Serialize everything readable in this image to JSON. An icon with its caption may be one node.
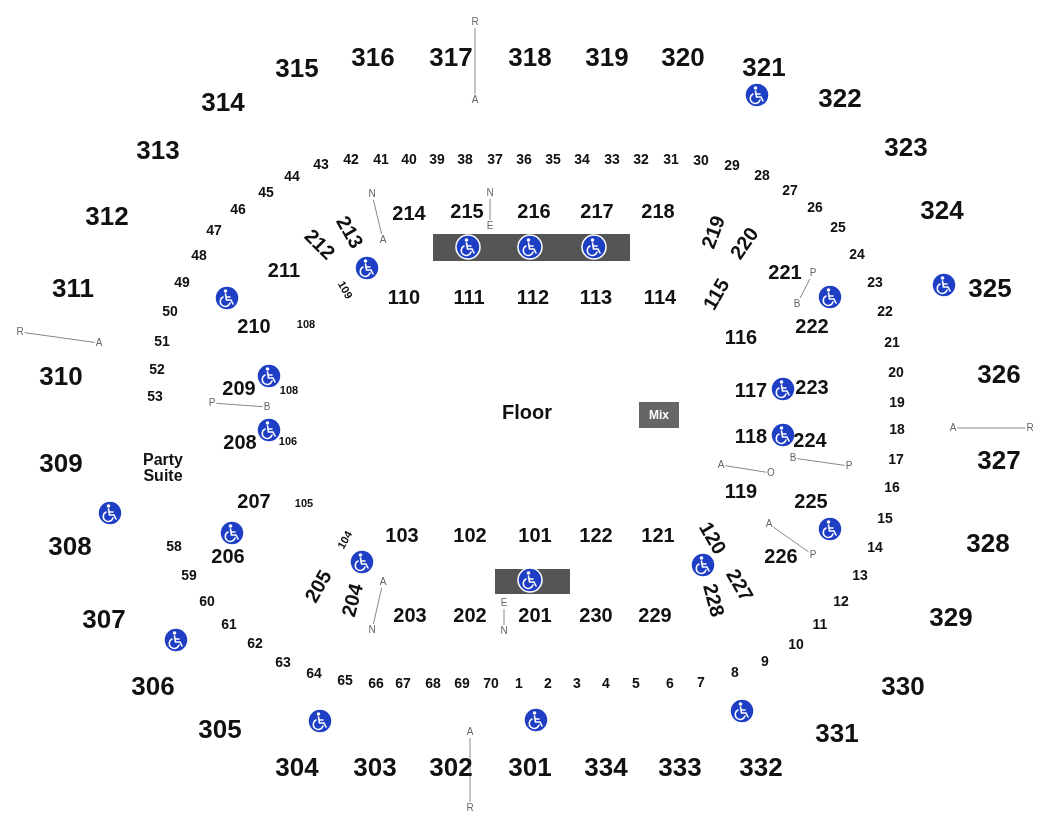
{
  "diagram": {
    "nodes": [
      {
        "text": [
          "R"
        ]
      },
      {
        "text": [
          "A"
        ]
      },
      {
        "text": [
          "N"
        ]
      },
      {
        "text": [
          "A"
        ]
      },
      {
        "text": [
          "N"
        ]
      },
      {
        "text": [
          "E"
        ]
      },
      {
        "text": [
          "P"
        ]
      },
      {
        "text": [
          "B"
        ]
      },
      {
        "text": [
          "R"
        ]
      },
      {
        "text": [
          "A"
        ]
      },
      {
        "text": [
          "P"
        ]
      },
      {
        "text": [
          "B"
        ]
      },
      {
        "text": [
          "A"
        ]
      },
      {
        "text": [
          "R"
        ]
      },
      {
        "text": [
          "A"
        ]
      },
      {
        "text": [
          "O"
        ]
      },
      {
        "text": [
          "B"
        ]
      },
      {
        "text": [
          "P"
        ]
      },
      {
        "text": [
          "A"
        ]
      },
      {
        "text": [
          "P"
        ]
      },
      {
        "text": [
          "A"
        ]
      },
      {
        "text": [
          "N"
        ]
      },
      {
        "text": [
          "E"
        ]
      },
      {
        "text": [
          "N"
        ]
      },
      {
        "text": [
          "A"
        ]
      },
      {
        "text": [
          "R"
        ]
      },
      {
        "text": [
          "Mix"
        ]
      }
    ],
    "edges": [
      {
        "from": 0,
        "to": 1,
        "arrow": "none"
      },
      {
        "from": 2,
        "to": 3,
        "arrow": "none"
      },
      {
        "from": 4,
        "to": 5,
        "arrow": "none"
      },
      {
        "from": 6,
        "to": 7,
        "arrow": "none"
      },
      {
        "from": 8,
        "to": 9,
        "arrow": "none"
      },
      {
        "from": 10,
        "to": 11,
        "arrow": "none"
      },
      {
        "from": 12,
        "to": 13,
        "arrow": "none"
      },
      {
        "from": 14,
        "to": 15,
        "arrow": "none"
      },
      {
        "from": 16,
        "to": 17,
        "arrow": "none"
      },
      {
        "from": 18,
        "to": 19,
        "arrow": "none"
      },
      {
        "from": 20,
        "to": 21,
        "arrow": "none"
      },
      {
        "from": 22,
        "to": 23,
        "arrow": "none"
      },
      {
        "from": 24,
        "to": 25,
        "arrow": "none"
      }
    ],
    "labels": [
      "315",
      "316",
      "317",
      "318",
      "319",
      "320",
      "321",
      "322",
      "323",
      "324",
      "325",
      "326",
      "327",
      "328",
      "329",
      "330",
      "331",
      "332",
      "333",
      "334",
      "301",
      "302",
      "303",
      "304",
      "305",
      "306",
      "307",
      "308",
      "309",
      "310",
      "311",
      "312",
      "313",
      "314",
      "43",
      "42",
      "41",
      "40",
      "39",
      "38",
      "37",
      "36",
      "35",
      "34",
      "33",
      "32",
      "31",
      "30",
      "29",
      "28",
      "27",
      "26",
      "25",
      "24",
      "23",
      "22",
      "21",
      "20",
      "19",
      "18",
      "17",
      "16",
      "15",
      "14",
      "13",
      "12",
      "11",
      "10",
      "9",
      "8",
      "7",
      "6",
      "5",
      "4",
      "3",
      "2",
      "1",
      "70",
      "69",
      "68",
      "67",
      "66",
      "65",
      "64",
      "63",
      "62",
      "61",
      "60",
      "59",
      "58",
      "44",
      "45",
      "46",
      "47",
      "48",
      "49",
      "50",
      "51",
      "52",
      "53",
      "214",
      "215",
      "216",
      "217",
      "218",
      "213",
      "212",
      "211",
      "210",
      "209",
      "208",
      "207",
      "206",
      "205",
      "204",
      "203",
      "202",
      "201",
      "230",
      "229",
      "110",
      "111",
      "112",
      "113",
      "114",
      "115",
      "116",
      "117",
      "118",
      "119",
      "120",
      "121",
      "122",
      "101",
      "102",
      "103",
      "219",
      "220",
      "221",
      "222",
      "223",
      "224",
      "225",
      "226",
      "227",
      "228",
      "109",
      "108",
      "108",
      "106",
      "105",
      "104",
      "Floor",
      "Party Suite"
    ]
  }
}
